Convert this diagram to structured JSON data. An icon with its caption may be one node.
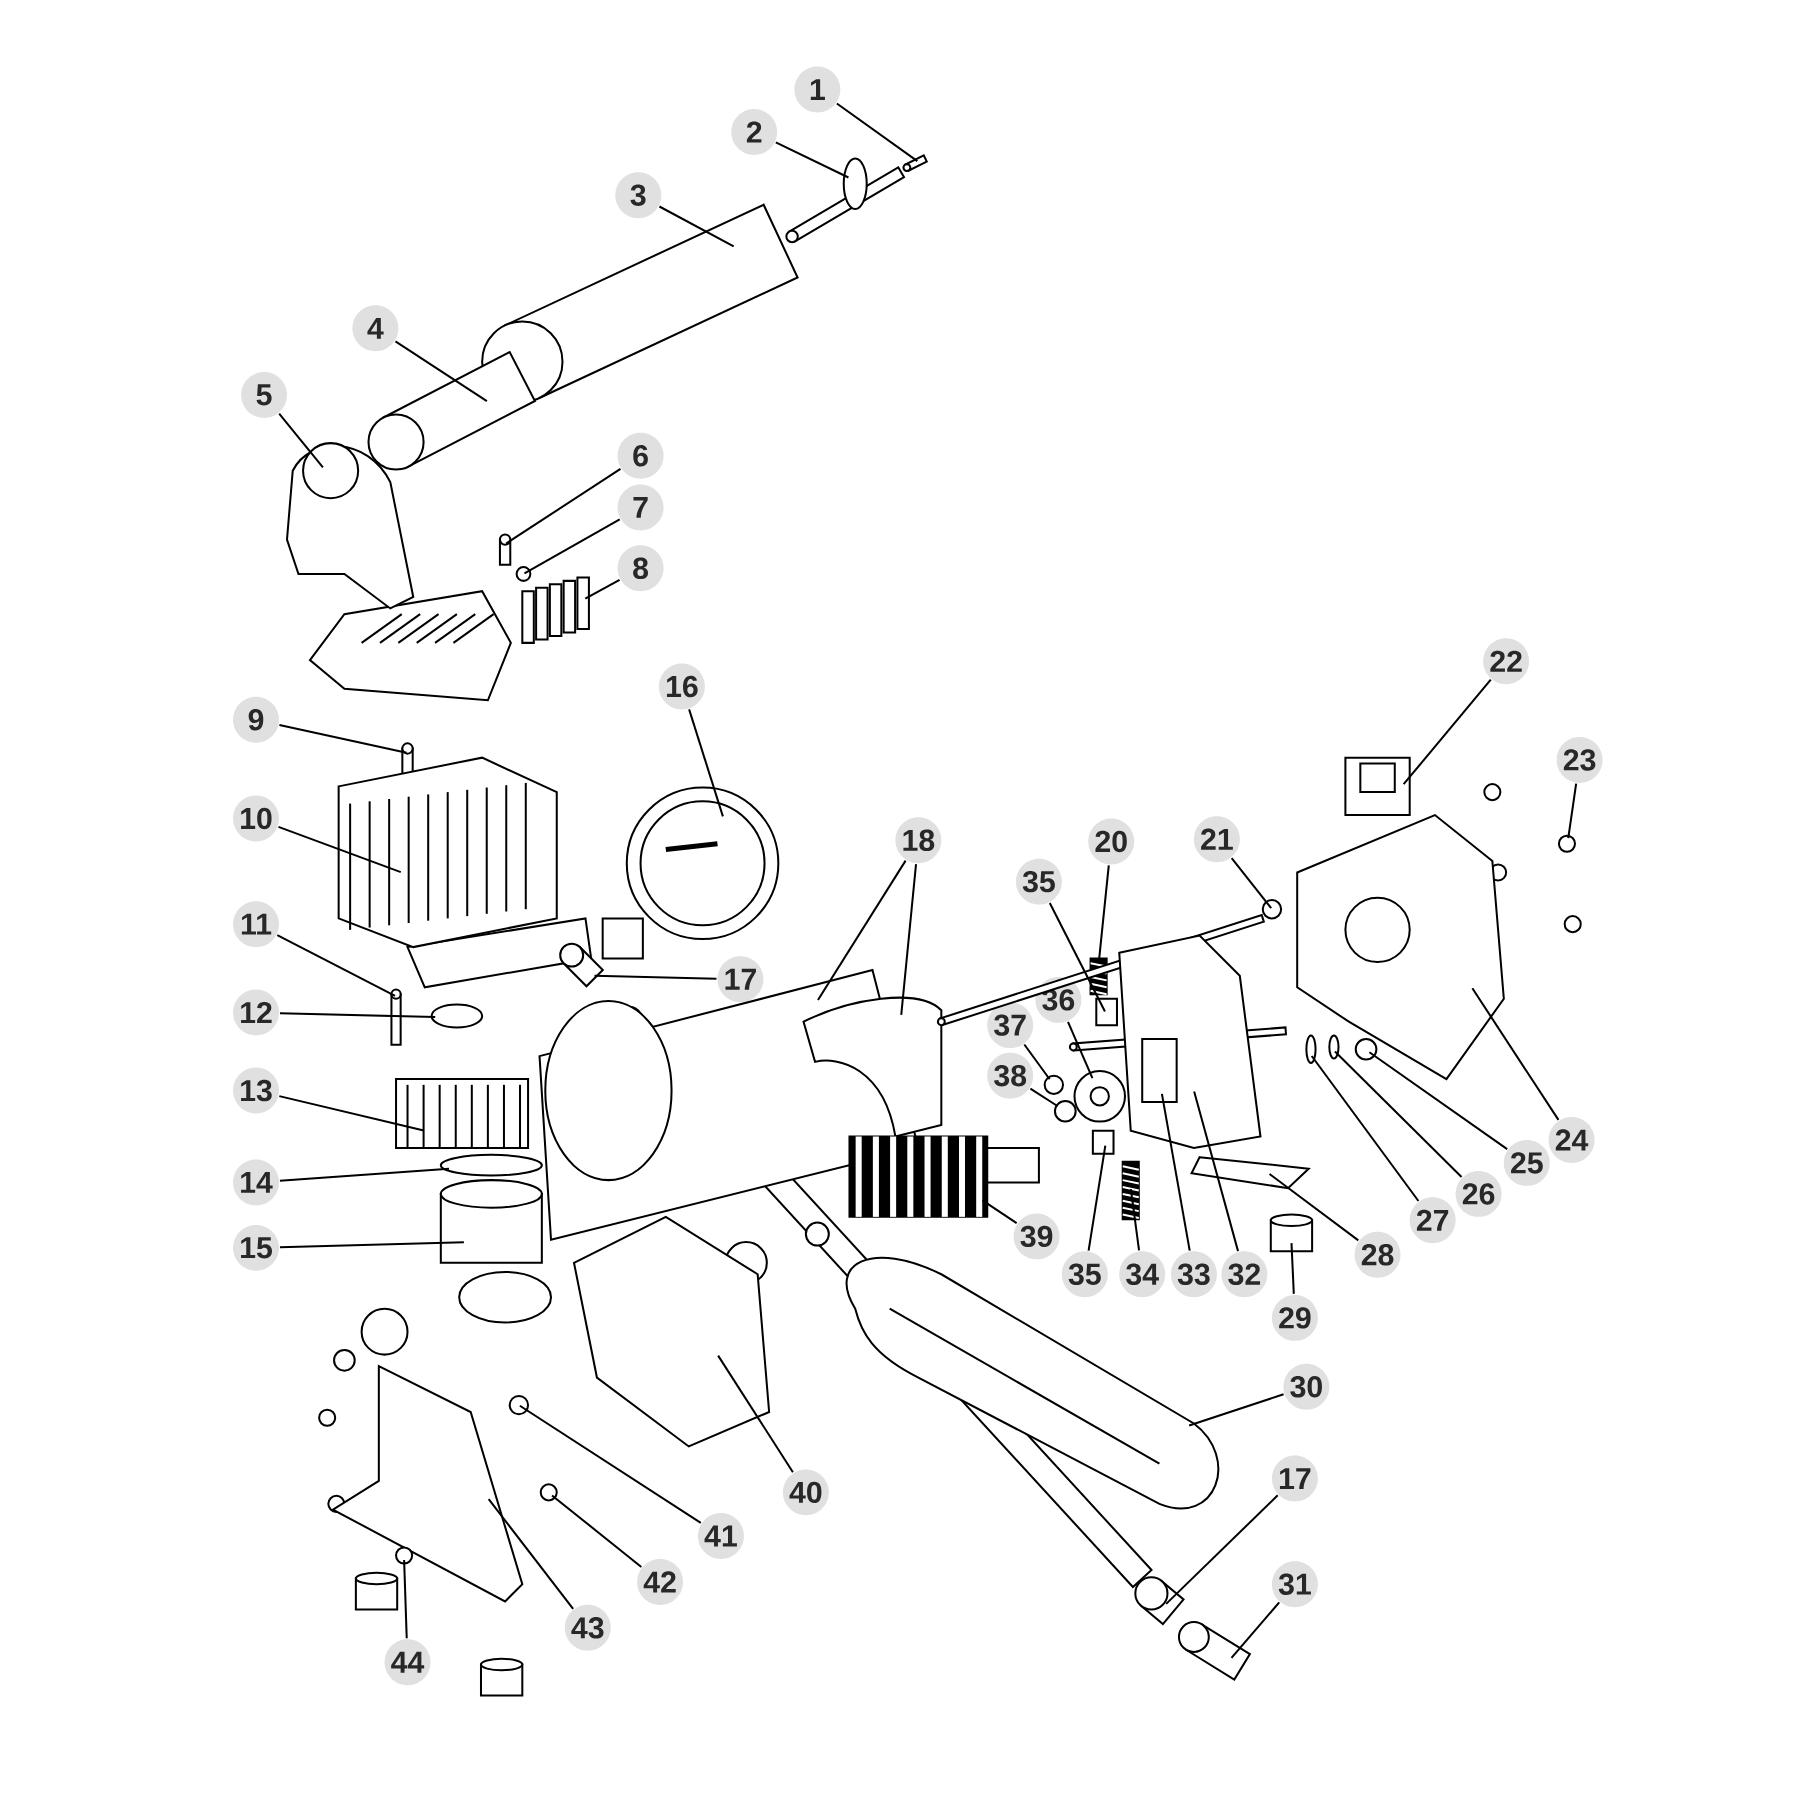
{
  "diagram": {
    "nodes": [
      {
        "text": [
          "1"
        ]
      },
      {
        "text": [
          "2"
        ]
      },
      {
        "text": [
          "3"
        ]
      },
      {
        "text": [
          "4"
        ]
      },
      {
        "text": [
          "5"
        ]
      },
      {
        "text": [
          "6"
        ]
      },
      {
        "text": [
          "7"
        ]
      },
      {
        "text": [
          "8"
        ]
      },
      {
        "text": [
          "9"
        ]
      },
      {
        "text": [
          "10"
        ]
      },
      {
        "text": [
          "11"
        ]
      },
      {
        "text": [
          "12"
        ]
      },
      {
        "text": [
          "13"
        ]
      },
      {
        "text": [
          "14"
        ]
      },
      {
        "text": [
          "15"
        ]
      },
      {
        "text": [
          "16"
        ]
      },
      {
        "text": [
          "17"
        ]
      },
      {
        "text": [
          "18"
        ]
      },
      {
        "text": [
          "20"
        ]
      },
      {
        "text": [
          "21"
        ]
      },
      {
        "text": [
          "22"
        ]
      },
      {
        "text": [
          "23"
        ]
      },
      {
        "text": [
          "24"
        ]
      },
      {
        "text": [
          "25"
        ]
      },
      {
        "text": [
          "26"
        ]
      },
      {
        "text": [
          "27"
        ]
      },
      {
        "text": [
          "28"
        ]
      },
      {
        "text": [
          "29"
        ]
      },
      {
        "text": [
          "30"
        ]
      },
      {
        "text": [
          "17"
        ]
      },
      {
        "text": [
          "31"
        ]
      },
      {
        "text": [
          "32"
        ]
      },
      {
        "text": [
          "33"
        ]
      },
      {
        "text": [
          "34"
        ]
      },
      {
        "text": [
          "35"
        ]
      },
      {
        "text": [
          "35"
        ]
      },
      {
        "text": [
          "36"
        ]
      },
      {
        "text": [
          "37"
        ]
      },
      {
        "text": [
          "38"
        ]
      },
      {
        "text": [
          "39"
        ]
      },
      {
        "text": [
          "40"
        ]
      },
      {
        "text": [
          "41"
        ]
      },
      {
        "text": [
          "42"
        ]
      },
      {
        "text": [
          "43"
        ]
      },
      {
        "text": [
          "44"
        ]
      },
      {
        "text": [],
        "shape": "cylinder"
      },
      {
        "text": [],
        "shape": "circle"
      },
      {
        "text": [],
        "shape": "cylinder"
      },
      {
        "text": [],
        "shape": "cylinder"
      },
      {
        "text": [],
        "shape": "picture"
      },
      {
        "text": [],
        "shape": "cylinder"
      },
      {
        "text": [],
        "shape": "circle"
      },
      {
        "text": [],
        "shape": "picture"
      },
      {
        "text": [],
        "shape": "cylinder"
      },
      {
        "text": [],
        "shape": "picture"
      },
      {
        "text": [],
        "shape": "cylinder"
      },
      {
        "text": [],
        "shape": "circle"
      },
      {
        "text": [],
        "shape": "picture"
      },
      {
        "text": [],
        "shape": "circle"
      },
      {
        "text": [],
        "shape": "cylinder"
      },
      {
        "text": [],
        "shape": "picture"
      },
      {
        "text": [],
        "shape": "cylinder"
      },
      {
        "text": [],
        "shape": "picture"
      },
      {
        "text": [],
        "shape": "picture"
      },
      {
        "text": [],
        "shape": "picture"
      },
      {
        "text": [],
        "shape": "picture"
      },
      {
        "text": [],
        "shape": "box"
      },
      {
        "text": [],
        "shape": "circle"
      },
      {
        "text": [],
        "shape": "picture"
      },
      {
        "text": [],
        "shape": "circle"
      },
      {
        "text": [],
        "shape": "circle"
      },
      {
        "text": [],
        "shape": "circle"
      },
      {
        "text": [],
        "shape": "picture"
      },
      {
        "text": [],
        "shape": "cylinder"
      },
      {
        "text": [],
        "shape": "picture"
      },
      {
        "text": [],
        "shape": "cylinder"
      },
      {
        "text": [],
        "shape": "cylinder"
      },
      {
        "text": [],
        "shape": "picture"
      },
      {
        "text": [],
        "shape": "box",
        "in": 77
      },
      {
        "text": [],
        "shape": "picture"
      },
      {
        "text": [],
        "shape": "box"
      },
      {
        "text": [],
        "shape": "box"
      },
      {
        "text": [],
        "shape": "circle"
      },
      {
        "text": [],
        "shape": "circle"
      },
      {
        "text": [],
        "shape": "circle"
      },
      {
        "text": [],
        "shape": "picture"
      },
      {
        "text": [],
        "shape": "picture"
      },
      {
        "text": [],
        "shape": "circle"
      },
      {
        "text": [],
        "shape": "circle"
      },
      {
        "text": [],
        "shape": "picture"
      },
      {
        "text": [],
        "shape": "circle"
      }
    ],
    "edges": [
      {
        "from": 0,
        "to": 45,
        "arrow": "none"
      },
      {
        "from": 1,
        "to": 46,
        "arrow": "none"
      },
      {
        "from": 2,
        "to": 47,
        "arrow": "none"
      },
      {
        "from": 3,
        "to": 48,
        "arrow": "none"
      },
      {
        "from": 4,
        "to": 49,
        "arrow": "none"
      },
      {
        "from": 5,
        "to": 50,
        "arrow": "none"
      },
      {
        "from": 6,
        "to": 51,
        "arrow": "none"
      },
      {
        "from": 7,
        "to": 52,
        "arrow": "none"
      },
      {
        "from": 8,
        "to": 53,
        "arrow": "none"
      },
      {
        "from": 9,
        "to": 54,
        "arrow": "none"
      },
      {
        "from": 10,
        "to": 55,
        "arrow": "none"
      },
      {
        "from": 11,
        "to": 56,
        "arrow": "none"
      },
      {
        "from": 12,
        "to": 57,
        "arrow": "none"
      },
      {
        "from": 13,
        "to": 58,
        "arrow": "none"
      },
      {
        "from": 14,
        "to": 59,
        "arrow": "none"
      },
      {
        "from": 15,
        "to": 60,
        "arrow": "none"
      },
      {
        "from": 16,
        "to": 61,
        "arrow": "none"
      },
      {
        "from": 17,
        "to": 62,
        "arrow": "none"
      },
      {
        "from": 17,
        "to": 63,
        "arrow": "none"
      },
      {
        "from": 18,
        "to": 64,
        "arrow": "none"
      },
      {
        "from": 19,
        "to": 65,
        "arrow": "none"
      },
      {
        "from": 20,
        "to": 66,
        "arrow": "none"
      },
      {
        "from": 21,
        "to": 67,
        "arrow": "none"
      },
      {
        "from": 22,
        "to": 68,
        "arrow": "none"
      },
      {
        "from": 23,
        "to": 69,
        "arrow": "none"
      },
      {
        "from": 24,
        "to": 70,
        "arrow": "none"
      },
      {
        "from": 25,
        "to": 71,
        "arrow": "none"
      },
      {
        "from": 26,
        "to": 72,
        "arrow": "none"
      },
      {
        "from": 27,
        "to": 73,
        "arrow": "none"
      },
      {
        "from": 28,
        "to": 74,
        "arrow": "none"
      },
      {
        "from": 29,
        "to": 75,
        "arrow": "none"
      },
      {
        "from": 30,
        "to": 76,
        "arrow": "none"
      },
      {
        "from": 31,
        "to": 77,
        "arrow": "none"
      },
      {
        "from": 32,
        "to": 78,
        "arrow": "none"
      },
      {
        "from": 33,
        "to": 79,
        "arrow": "none"
      },
      {
        "from": 34,
        "to": 80,
        "arrow": "none"
      },
      {
        "from": 35,
        "to": 81,
        "arrow": "none"
      },
      {
        "from": 36,
        "to": 82,
        "arrow": "none"
      },
      {
        "from": 37,
        "to": 83,
        "arrow": "none"
      },
      {
        "from": 38,
        "to": 84,
        "arrow": "none"
      },
      {
        "from": 39,
        "to": 85,
        "arrow": "none"
      },
      {
        "from": 40,
        "to": 86,
        "arrow": "none"
      },
      {
        "from": 41,
        "to": 87,
        "arrow": "none"
      },
      {
        "from": 42,
        "to": 88,
        "arrow": "none"
      },
      {
        "from": 43,
        "to": 89,
        "arrow": "none"
      },
      {
        "from": 44,
        "to": 90,
        "arrow": "none"
      }
    ]
  }
}
